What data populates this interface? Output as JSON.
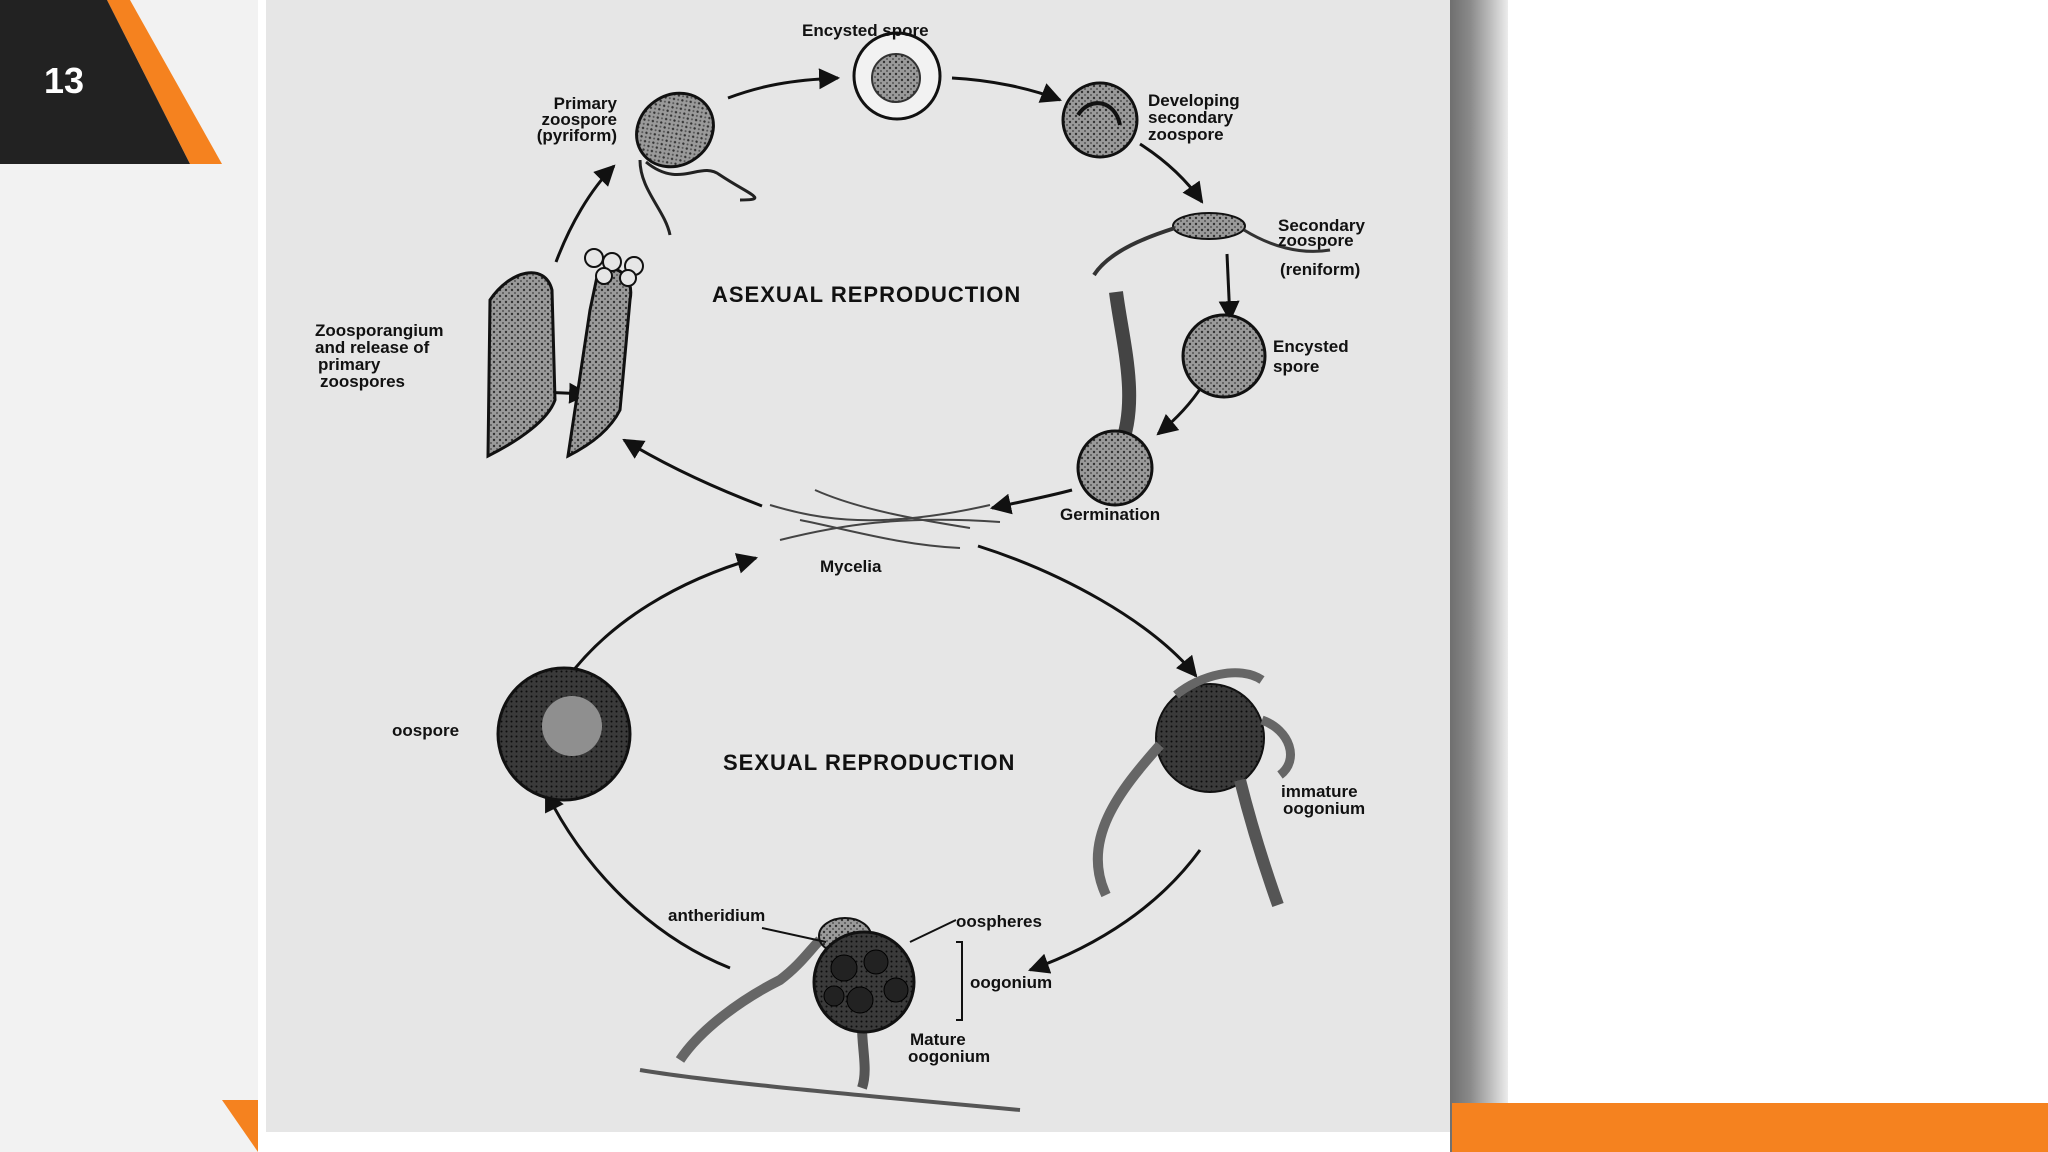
{
  "slide": {
    "number": "13"
  },
  "diagram": {
    "asexual_title": "ASEXUAL REPRODUCTION",
    "sexual_title": "SEXUAL REPRODUCTION",
    "labels": {
      "encysted_spore_top": "Encysted spore",
      "developing_secondary_zoospore": [
        "Developing",
        "secondary",
        "zoospore"
      ],
      "primary_zoospore": [
        "Primary",
        "zoospore",
        "(pyriform)"
      ],
      "secondary_zoospore": [
        "Secondary",
        "zoospore",
        "(reniform)"
      ],
      "encysted_spore_right": [
        "Encysted",
        "spore"
      ],
      "zoosporangium": [
        "Zoosporangium",
        "and release of",
        "primary",
        "zoospores"
      ],
      "germination": "Germination",
      "mycelia": "Mycelia",
      "oospore": "oospore",
      "immature_oogonium": [
        "immature",
        "oogonium"
      ],
      "antheridium": "antheridium",
      "oospheres": "oospheres",
      "oogonium": "oogonium",
      "mature_oogonium": [
        "Mature",
        "oogonium"
      ]
    }
  },
  "colors": {
    "accent": "#f5821f",
    "tab": "#222222",
    "diagram_bg": "#e6e6e6"
  }
}
